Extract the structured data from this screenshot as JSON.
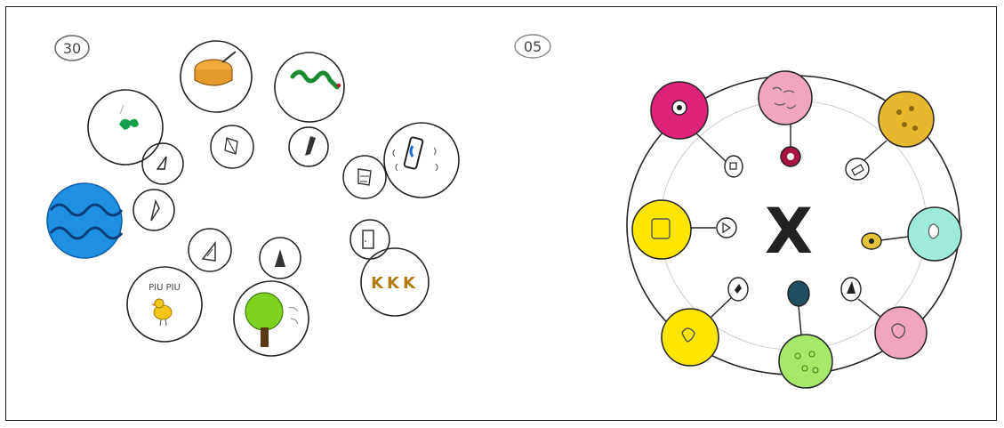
{
  "left_sheet": {
    "page_number": "30",
    "duck_caption": "PIU PIU",
    "kkk_label": "KKK"
  },
  "right_sheet": {
    "page_number": "05",
    "center_symbol": "X"
  },
  "colors": {
    "ink": "#222222",
    "blue_globe": "#1f8fe0",
    "green_tree": "#7ed321",
    "magenta": "#e0237a",
    "pink": "#f2a5c0",
    "gold": "#e6b82e",
    "yellow": "#ffe600",
    "mint": "#9eeadb",
    "lime": "#a6e86a"
  }
}
